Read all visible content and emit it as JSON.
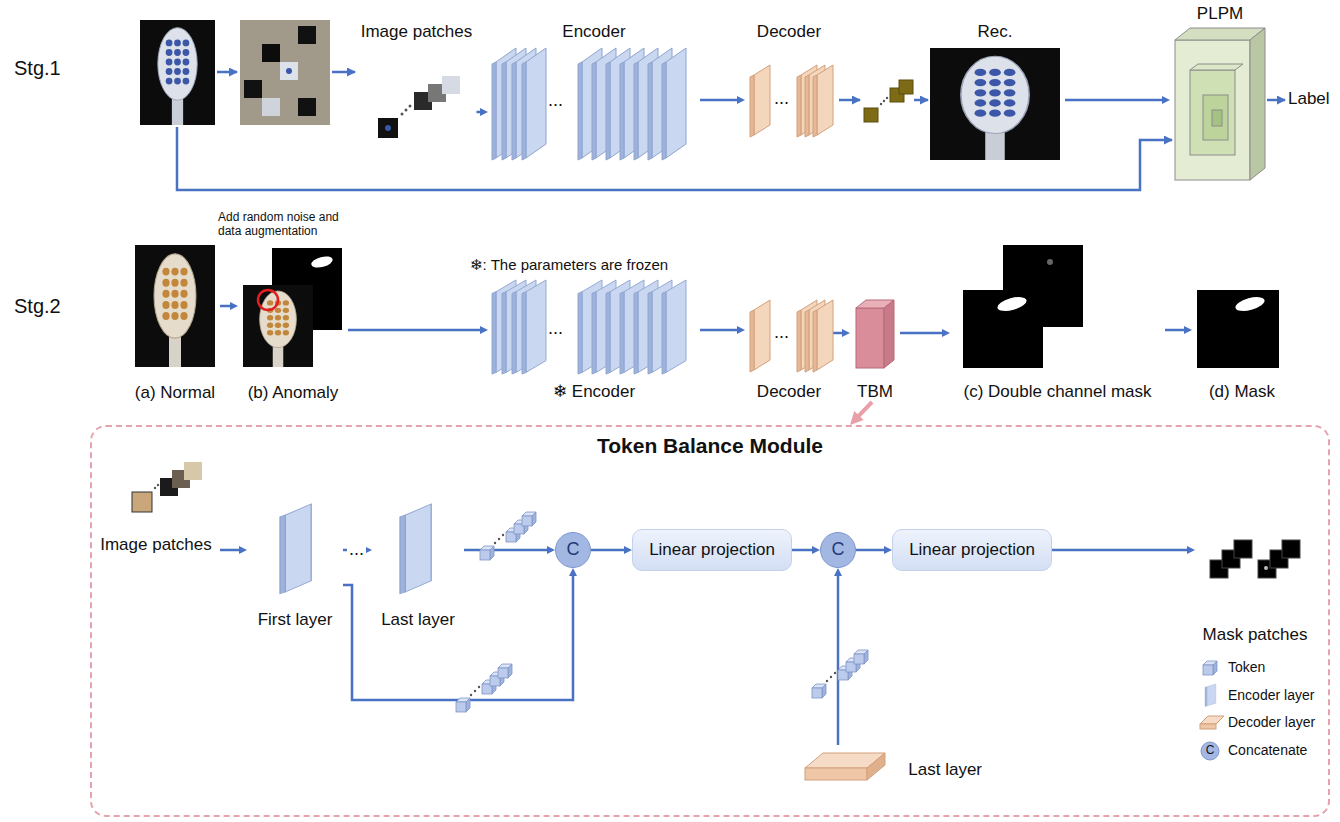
{
  "diagram": {
    "nodes": [
      {
        "text": [
          "Image patches"
        ]
      },
      {
        "text": [
          "Encoder"
        ]
      },
      {
        "text": [
          "Decoder"
        ]
      },
      {
        "text": [
          "Rec."
        ]
      },
      {
        "text": [
          "PLPM"
        ]
      },
      {
        "text": [
          "(a) Normal"
        ]
      },
      {
        "text": [
          "(b) Anomaly"
        ]
      },
      {
        "text": [
          "❄ Encoder"
        ]
      },
      {
        "text": [
          "Decoder"
        ]
      },
      {
        "text": [
          "TBM"
        ]
      },
      {
        "text": [
          "(c) Double channel mask"
        ]
      },
      {
        "text": [
          "(d) Mask"
        ]
      },
      {
        "text": [
          "Token Balance Module"
        ]
      },
      {
        "text": [
          "Image patches"
        ],
        "in": 12
      },
      {
        "text": [
          "First layer"
        ],
        "in": 12
      },
      {
        "text": [
          "Last layer"
        ],
        "in": 12
      },
      {
        "text": [
          "C"
        ],
        "in": 12
      },
      {
        "text": [
          "Linear projection"
        ],
        "in": 12
      },
      {
        "text": [
          "C"
        ],
        "in": 12
      },
      {
        "text": [
          "Linear projection"
        ],
        "in": 12
      },
      {
        "text": [
          "Mask patches"
        ],
        "in": 12
      },
      {
        "text": [
          "Last layer"
        ],
        "in": 12
      }
    ],
    "edges": [
      {
        "from": 0,
        "to": 1,
        "arrow": "to"
      },
      {
        "from": 1,
        "to": 2,
        "arrow": "to"
      },
      {
        "from": 3,
        "to": 4,
        "arrow": "to"
      },
      {
        "from": 5,
        "to": 6,
        "label": "Add random noise and data augmentation",
        "arrow": "to"
      },
      {
        "from": 6,
        "to": 7,
        "arrow": "to"
      },
      {
        "from": 7,
        "to": 8,
        "arrow": "to"
      },
      {
        "from": 8,
        "to": 9,
        "arrow": "to"
      },
      {
        "from": 9,
        "to": 10,
        "arrow": "to"
      },
      {
        "from": 10,
        "to": 11,
        "arrow": "to"
      },
      {
        "from": 9,
        "to": 12,
        "arrow": "to"
      },
      {
        "from": 13,
        "to": 14,
        "arrow": "to"
      },
      {
        "from": 14,
        "to": 15,
        "arrow": "to"
      },
      {
        "from": 15,
        "to": 16,
        "arrow": "to"
      },
      {
        "from": 14,
        "to": 16,
        "arrow": "to"
      },
      {
        "from": 16,
        "to": 17,
        "arrow": "to"
      },
      {
        "from": 17,
        "to": 18,
        "arrow": "to"
      },
      {
        "from": 18,
        "to": 19,
        "arrow": "to"
      },
      {
        "from": 19,
        "to": 20,
        "arrow": "to"
      },
      {
        "from": 21,
        "to": 18,
        "arrow": "to"
      }
    ],
    "labels": [
      "Stg.1",
      "...",
      "...",
      "Label",
      "Stg.2",
      "❄: The parameters are frozen",
      "...",
      "...",
      "...",
      "C"
    ],
    "legend": [
      {
        "text": "Token"
      },
      {
        "text": "Encoder layer"
      },
      {
        "text": "Decoder layer"
      },
      {
        "text": "Concatenate"
      }
    ]
  }
}
